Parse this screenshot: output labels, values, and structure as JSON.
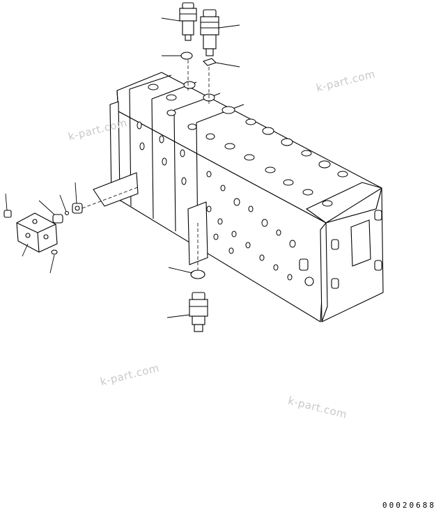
{
  "watermark": {
    "text": "k-part.com"
  },
  "drawing_number": "00020688",
  "colors": {
    "line": "#000000",
    "background": "#ffffff",
    "watermark": "#c8c8c8"
  },
  "callouts": [
    {
      "id": "valve-top-left"
    },
    {
      "id": "valve-top-right"
    },
    {
      "id": "o-ring-top-left"
    },
    {
      "id": "o-ring-top-right"
    },
    {
      "id": "bolt-side"
    },
    {
      "id": "spacer-side"
    },
    {
      "id": "small-oring-side"
    },
    {
      "id": "plug-side"
    },
    {
      "id": "cover-block"
    },
    {
      "id": "screw-cover"
    },
    {
      "id": "o-ring-bottom"
    },
    {
      "id": "valve-bottom"
    }
  ]
}
